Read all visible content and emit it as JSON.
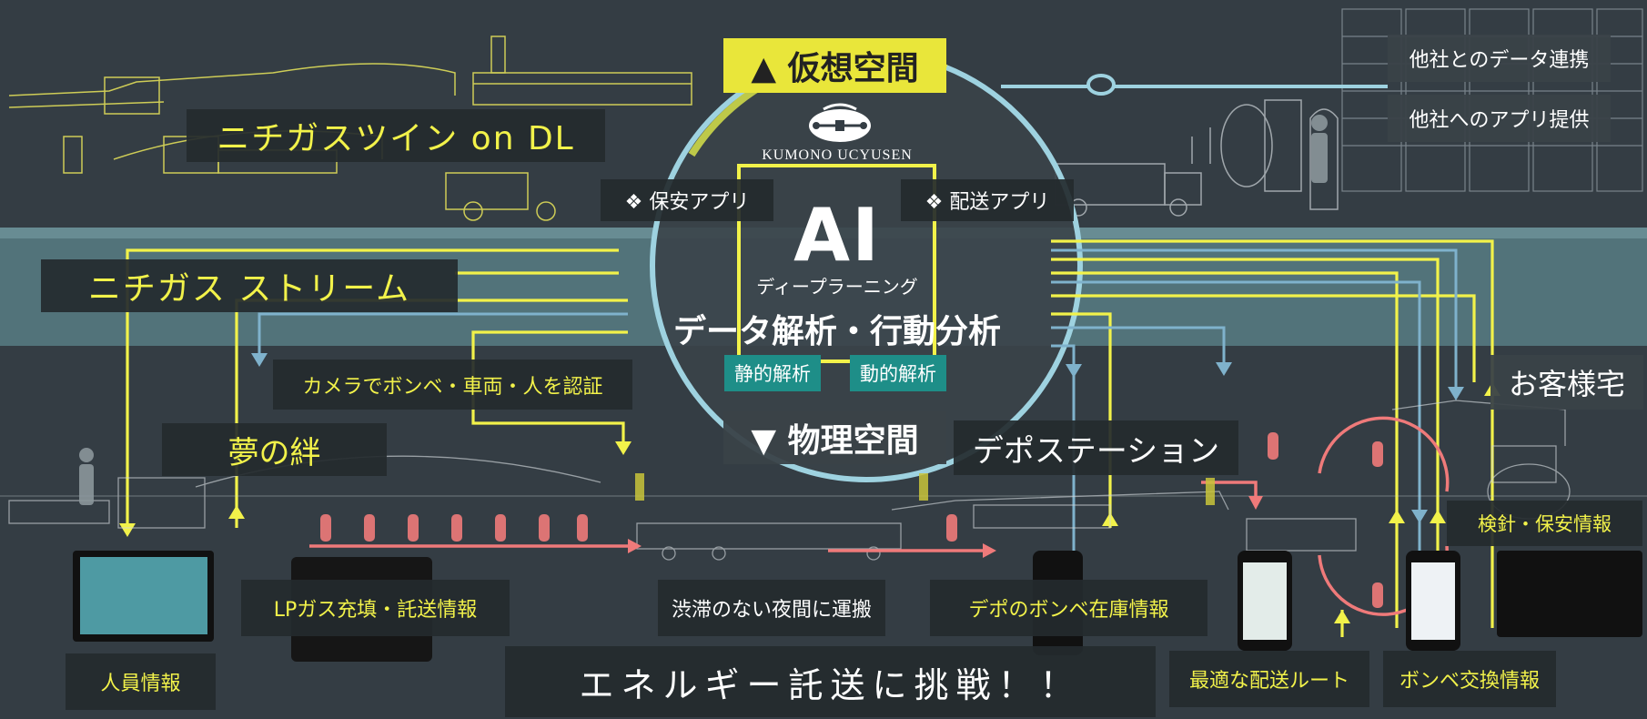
{
  "title_twin": "ニチガスツイン on DL",
  "virtual_space": "▲ 仮想空間",
  "physical_space": "▼ 物理空間",
  "logo": {
    "name": "KUMONO UCYUSEN"
  },
  "apps": {
    "safety": "❖ 保安アプリ",
    "delivery": "❖ 配送アプリ"
  },
  "ai": {
    "main": "AI",
    "sub": "ディープラーニング",
    "analysis": "データ解析・行動分析",
    "static": "静的解析",
    "dynamic": "動的解析"
  },
  "right_top": {
    "data_link": "他社とのデータ連携",
    "app_provide": "他社へのアプリ提供"
  },
  "stream": "ニチガス ストリーム",
  "camera": "カメラでボンベ・車両・人を認証",
  "yume": "夢の絆",
  "depot": "デポステーション",
  "customer": "お客様宅",
  "bottom": {
    "lp": "LPガス充填・託送情報",
    "night": "渋滞のない夜間に運搬",
    "depot_stock": "デポのボンベ在庫情報",
    "meter": "検針・保安情報",
    "staff": "人員情報",
    "route": "最適な配送ルート",
    "exchange": "ボンベ交換情報",
    "challenge": "エネルギー託送に挑戦！！"
  },
  "colors": {
    "background": "#343d44",
    "yellow": "#f2f24a",
    "blue": "#7fb2cc",
    "red": "#ef7a7a",
    "teal": "#1e8e88",
    "band": "#5f8c93"
  }
}
